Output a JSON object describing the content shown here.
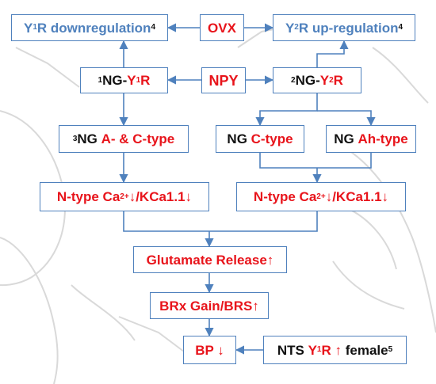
{
  "nodes": {
    "y1r_down": {
      "y": "Y",
      "sub": "1",
      "r": "R",
      "text": " downregulation",
      "sup": "4"
    },
    "ovx": {
      "text": "OVX"
    },
    "y2r_up": {
      "y": "Y",
      "sub": "2",
      "r": "R",
      "text": " up-regulation",
      "sup": "4"
    },
    "ng_y1r": {
      "sup": "1",
      "ng": "NG-",
      "y": "Y",
      "sub": "1",
      "r": "R"
    },
    "npy": {
      "text": "NPY"
    },
    "ng_y2r": {
      "sup": "2",
      "ng": "NG-",
      "y": "Y",
      "sub": "2",
      "r": "R"
    },
    "ng_a_c": {
      "sup": "3",
      "ng": "NG ",
      "text": "A- & C-type"
    },
    "ng_c": {
      "ng": "NG ",
      "text": "C-type"
    },
    "ng_ah": {
      "ng": "NG ",
      "text": "Ah-type"
    },
    "ntype_left": {
      "text1": "N-type Ca",
      "sup": "2+",
      "text2": "↓/KCa1.1↓"
    },
    "ntype_right": {
      "text1": "N-type Ca",
      "sup": "2+",
      "text2": "↓/KCa1.1↓"
    },
    "glutamate": {
      "text": "Glutamate Release↑"
    },
    "brx": {
      "text": "BRx Gain/BRS↑"
    },
    "bp": {
      "text": "BP ↓"
    },
    "nts": {
      "ng": "NTS ",
      "y": "Y",
      "sub": "1",
      "r": "R ↑",
      "text": " female",
      "sup": "5"
    }
  },
  "colors": {
    "accent_red": "#e8141b",
    "accent_blue": "#4f81bd",
    "border_blue": "#4f81bd",
    "background_sketch": "#d9d9d9"
  }
}
